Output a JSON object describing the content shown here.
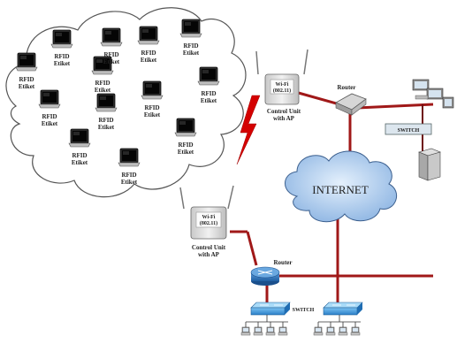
{
  "rfid_devices": [
    {
      "line1": "RFID",
      "line2": "Etiket"
    },
    {
      "line1": "RFID",
      "line2": "Etiket"
    },
    {
      "line1": "RFID",
      "line2": "Etiket"
    },
    {
      "line1": "RFID",
      "line2": "Etiket"
    },
    {
      "line1": "RFID",
      "line2": "Etiket"
    },
    {
      "line1": "RFID",
      "line2": "Etiket"
    },
    {
      "line1": "RFID",
      "line2": "Etiket"
    },
    {
      "line1": "RFID",
      "line2": "Etiket"
    },
    {
      "line1": "RFID",
      "line2": "Etiket"
    },
    {
      "line1": "RFID",
      "line2": "Etiket"
    },
    {
      "line1": "RFID",
      "line2": "Etiket"
    },
    {
      "line1": "RFID",
      "line2": "Etiket"
    },
    {
      "line1": "RFID",
      "line2": "Etiket"
    }
  ],
  "access_points": [
    {
      "badge1": "Wi-Fi",
      "badge2": "(802.11)",
      "caption1": "Control Unit",
      "caption2": "with AP"
    },
    {
      "badge1": "Wi-Fi",
      "badge2": "(802.11)",
      "caption1": "Control Unit",
      "caption2": "with AP"
    }
  ],
  "routers": {
    "top": "Router",
    "bottom": "Router"
  },
  "internet_label": "INTERNET",
  "switches": {
    "top": "SWITCH",
    "bottom": "SWITCH"
  },
  "colors": {
    "wire": "#a01818",
    "cloud_internet": "#b8d4f0",
    "cloud_outline": "#555555",
    "switch_blue": "#3a8fd6"
  }
}
